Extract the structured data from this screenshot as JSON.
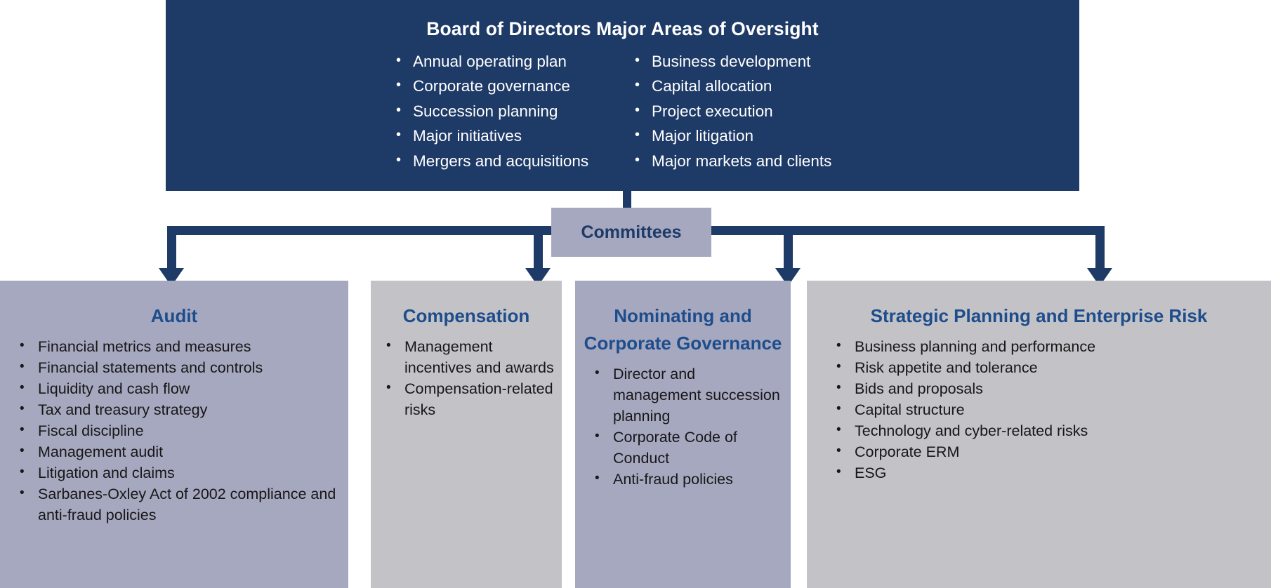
{
  "board": {
    "title": "Board of Directors Major Areas of Oversight",
    "columns": [
      {
        "items": [
          "Annual operating plan",
          "Corporate governance",
          "Succession planning",
          "Major initiatives",
          "Mergers and acquisitions"
        ]
      },
      {
        "items": [
          "Business development",
          "Capital allocation",
          "Project execution",
          "Major litigation",
          "Major markets and clients"
        ]
      }
    ]
  },
  "connector": {
    "label": "Committees"
  },
  "committees": [
    {
      "title": "Audit",
      "items": [
        "Financial metrics and measures",
        "Financial statements and controls",
        "Liquidity and cash flow",
        "Tax and treasury strategy",
        "Fiscal discipline",
        "Management audit",
        "Litigation and claims",
        "Sarbanes-Oxley Act of 2002 compliance and anti-fraud policies"
      ]
    },
    {
      "title": "Compensation",
      "items": [
        "Management incentives and awards",
        "Compensation-related risks"
      ]
    },
    {
      "title": "Nominating and Corporate Governance",
      "items": [
        "Director and management succession planning",
        "Corporate Code of Conduct",
        "Anti-fraud policies"
      ]
    },
    {
      "title": "Strategic Planning and Enterprise Risk",
      "items": [
        "Business planning and performance",
        "Risk appetite and tolerance",
        "Bids and proposals",
        "Capital structure",
        "Technology and cyber-related risks",
        "Corporate ERM",
        "ESG"
      ]
    }
  ],
  "colors": {
    "navy": "#1e3a67",
    "title_blue": "#1e4d8c",
    "panel_lavender": "#a6a8c0",
    "panel_gray": "#c2c2c7",
    "text_dark": "#171717",
    "text_light": "#ffffff"
  }
}
